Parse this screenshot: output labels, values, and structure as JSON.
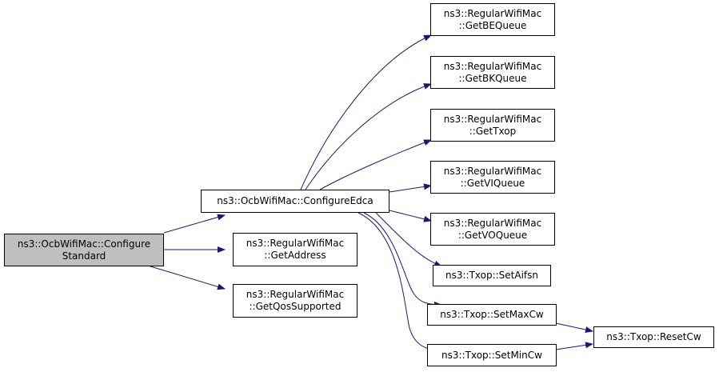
{
  "nodes": {
    "configure_standard": {
      "line1": "ns3::OcbWifiMac::Configure",
      "line2": "Standard"
    },
    "configure_edca": {
      "line1": "ns3::OcbWifiMac::ConfigureEdca"
    },
    "get_address": {
      "line1": "ns3::RegularWifiMac",
      "line2": "::GetAddress"
    },
    "get_qos_supported": {
      "line1": "ns3::RegularWifiMac",
      "line2": "::GetQosSupported"
    },
    "get_be_queue": {
      "line1": "ns3::RegularWifiMac",
      "line2": "::GetBEQueue"
    },
    "get_bk_queue": {
      "line1": "ns3::RegularWifiMac",
      "line2": "::GetBKQueue"
    },
    "get_txop": {
      "line1": "ns3::RegularWifiMac",
      "line2": "::GetTxop"
    },
    "get_vi_queue": {
      "line1": "ns3::RegularWifiMac",
      "line2": "::GetVIQueue"
    },
    "get_vo_queue": {
      "line1": "ns3::RegularWifiMac",
      "line2": "::GetVOQueue"
    },
    "set_aifsn": {
      "line1": "ns3::Txop::SetAifsn"
    },
    "set_max_cw": {
      "line1": "ns3::Txop::SetMaxCw"
    },
    "set_min_cw": {
      "line1": "ns3::Txop::SetMinCw"
    },
    "reset_cw": {
      "line1": "ns3::Txop::ResetCw"
    }
  },
  "colors": {
    "edge": "#191970",
    "root_fill": "#bfbfbf",
    "node_fill": "#ffffff",
    "border": "#000000"
  }
}
